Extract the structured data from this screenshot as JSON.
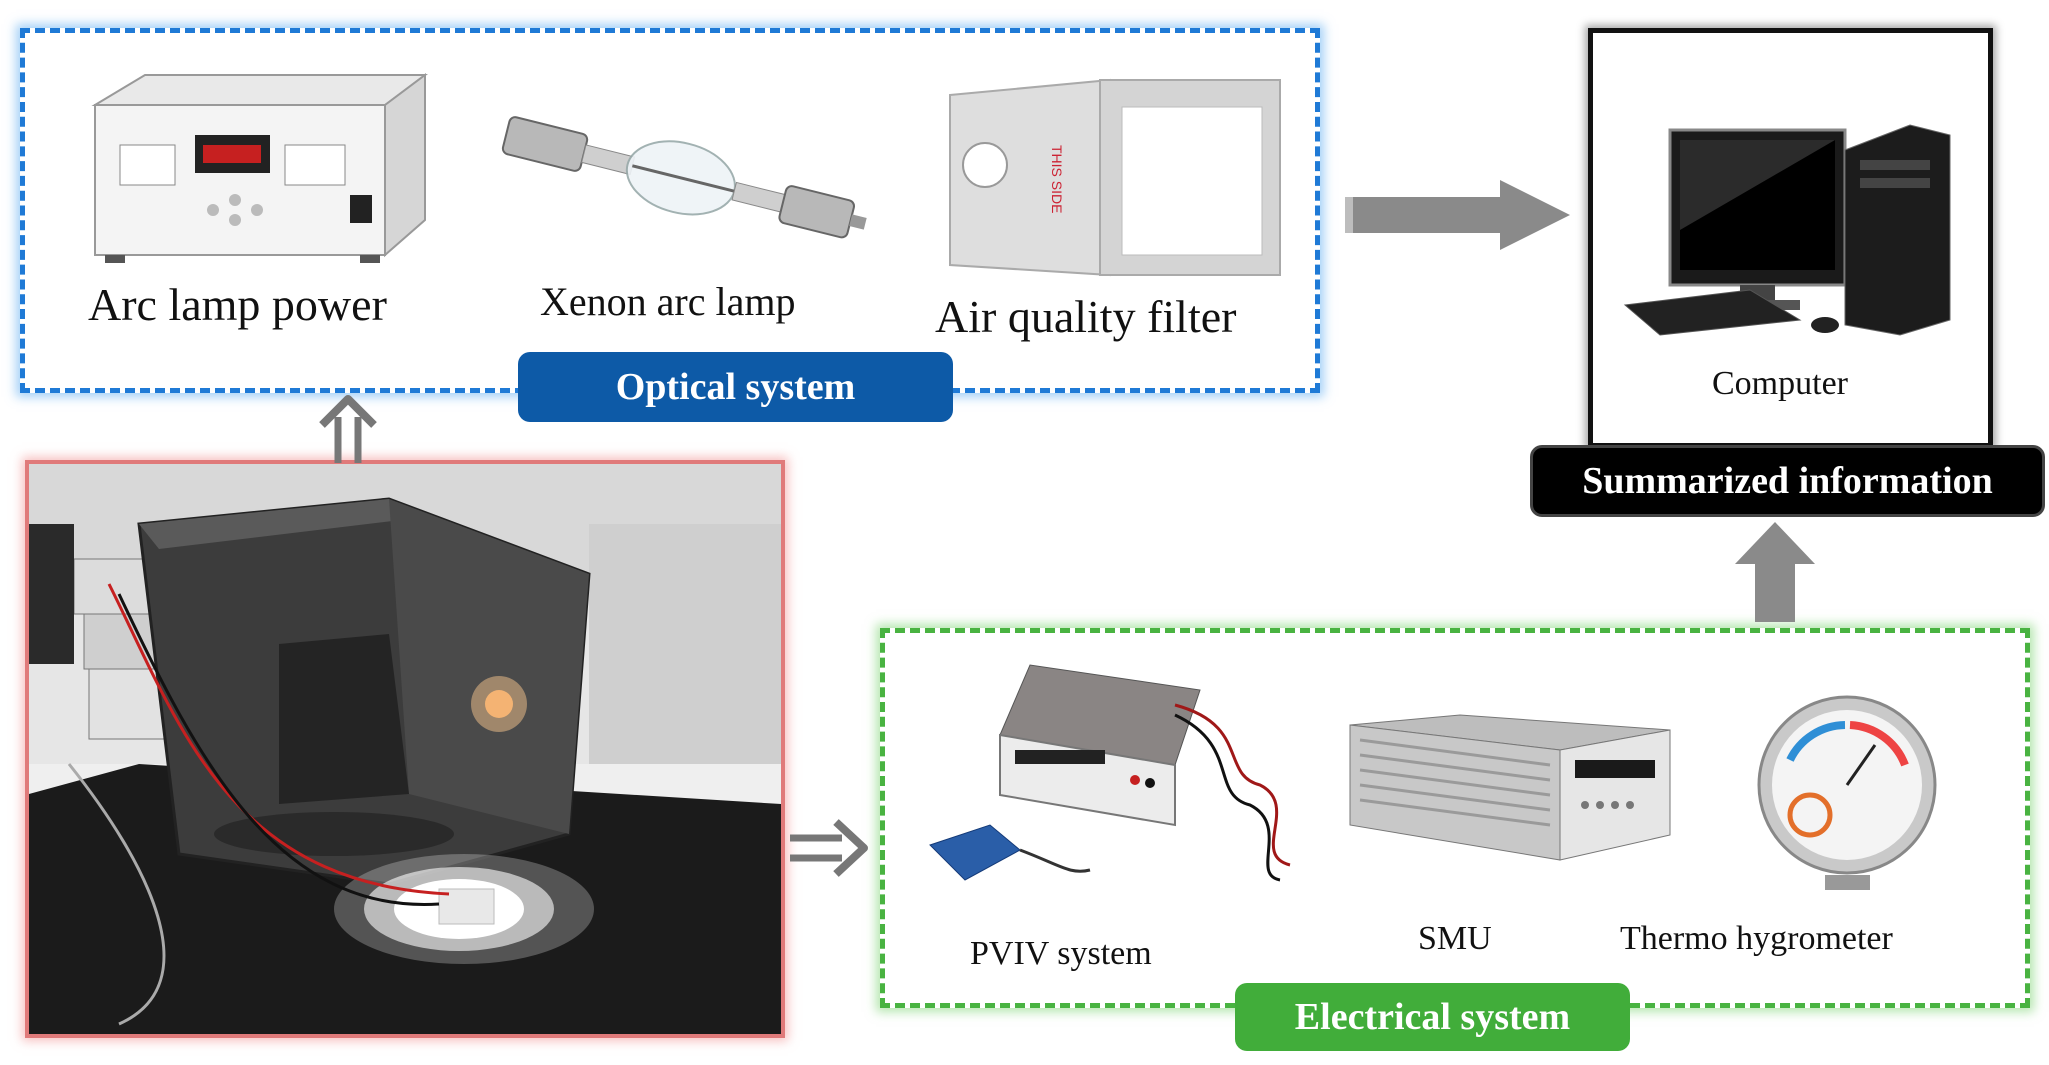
{
  "optical": {
    "items": [
      {
        "label": "Arc lamp power",
        "icon": "power-supply-icon"
      },
      {
        "label": "Xenon arc lamp",
        "icon": "xenon-lamp-icon"
      },
      {
        "label": "Air quality filter",
        "icon": "filter-icon"
      }
    ],
    "title": "Optical system",
    "title_color": "#0d5aa7",
    "border_color": "#1f7ad6"
  },
  "computer": {
    "label": "Computer",
    "icon": "computer-icon",
    "title": "Summarized information",
    "title_color": "#000000"
  },
  "electrical": {
    "items": [
      {
        "label": "PVIV system",
        "icon": "multimeter-icon"
      },
      {
        "label": "SMU",
        "icon": "smu-icon"
      },
      {
        "label": "Thermo hygrometer",
        "icon": "hygrometer-icon"
      }
    ],
    "title": "Electrical  system",
    "title_color": "#41ad3a",
    "border_color": "#49b341"
  },
  "photo": {
    "icon": "solar-simulator-photo",
    "border_color": "#e07a7a"
  },
  "arrows": {
    "color": "#8a8a8a"
  }
}
